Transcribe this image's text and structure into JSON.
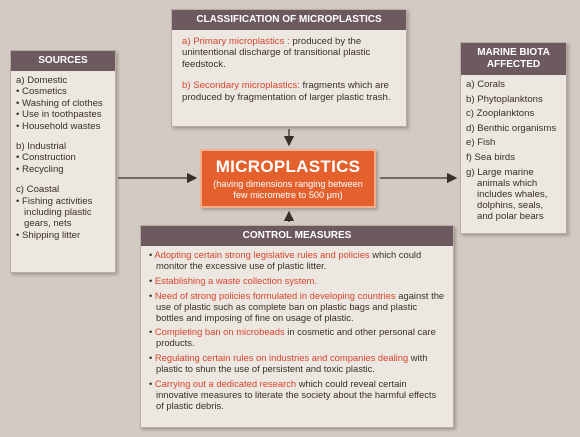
{
  "sources": {
    "title": "SOURCES",
    "groups": [
      {
        "heading": "a) Domestic",
        "items": [
          "• Cosmetics",
          "• Washing of clothes",
          "• Use in toothpastes",
          "• Household wastes"
        ]
      },
      {
        "heading": "b) Industrial",
        "items": [
          "• Construction",
          "• Recycling"
        ]
      },
      {
        "heading": "c) Coastal",
        "items": [
          "• Fishing activities including plastic gears, nets",
          "• Shipping litter"
        ]
      }
    ]
  },
  "classification": {
    "title": "CLASSIFICATION OF MICROPLASTICS",
    "primary_label": "a) Primary microplastics :",
    "primary_text": " produced by the unintentional discharge of transitional plastic feedstock.",
    "secondary_label": "b) Secondary microplastics:",
    "secondary_text": " fragments which are produced by fragmentation of larger plastic trash."
  },
  "center": {
    "title": "MICROPLASTICS",
    "subtitle": "(having dimensions ranging between few micrometre to 500 μm)"
  },
  "biota": {
    "title": "MARINE BIOTA AFFECTED",
    "items": [
      "a) Corals",
      "b) Phytoplanktons",
      "c) Zooplanktons",
      "d) Benthic organisms",
      "e) Fish",
      "f) Sea birds",
      "g) Large marine animals which includes whales, dolphins, seals, and polar bears"
    ]
  },
  "control": {
    "title": "CONTROL MEASURES",
    "items": [
      {
        "highlight": "Adopting certain strong legislative rules and policies",
        "text": " which could monitor the excessive use of plastic litter."
      },
      {
        "highlight": "Establishing a waste collection system.",
        "text": ""
      },
      {
        "highlight": "Need of strong policies formulated in developing countries",
        "text": " against the use of plastic such as complete ban on plastic bags and plastic bottles and imposing of fine on usage of plastic."
      },
      {
        "highlight": "Completing ban on microbeads",
        "text": " in cosmetic and other personal care products."
      },
      {
        "highlight": "Regulating certain rules on industries and companies dealing",
        "text": " with plastic to shun the use of persistent and toxic plastic."
      },
      {
        "highlight": "Carrying out a dedicated research",
        "text": " which could reveal certain innovative measures to literate the society about the harmful effects of plastic debris."
      }
    ]
  },
  "colors": {
    "background": "#d2cbc3",
    "header": "#6d5a5f",
    "accent": "#e4612e",
    "highlight_text": "#d8452c"
  }
}
